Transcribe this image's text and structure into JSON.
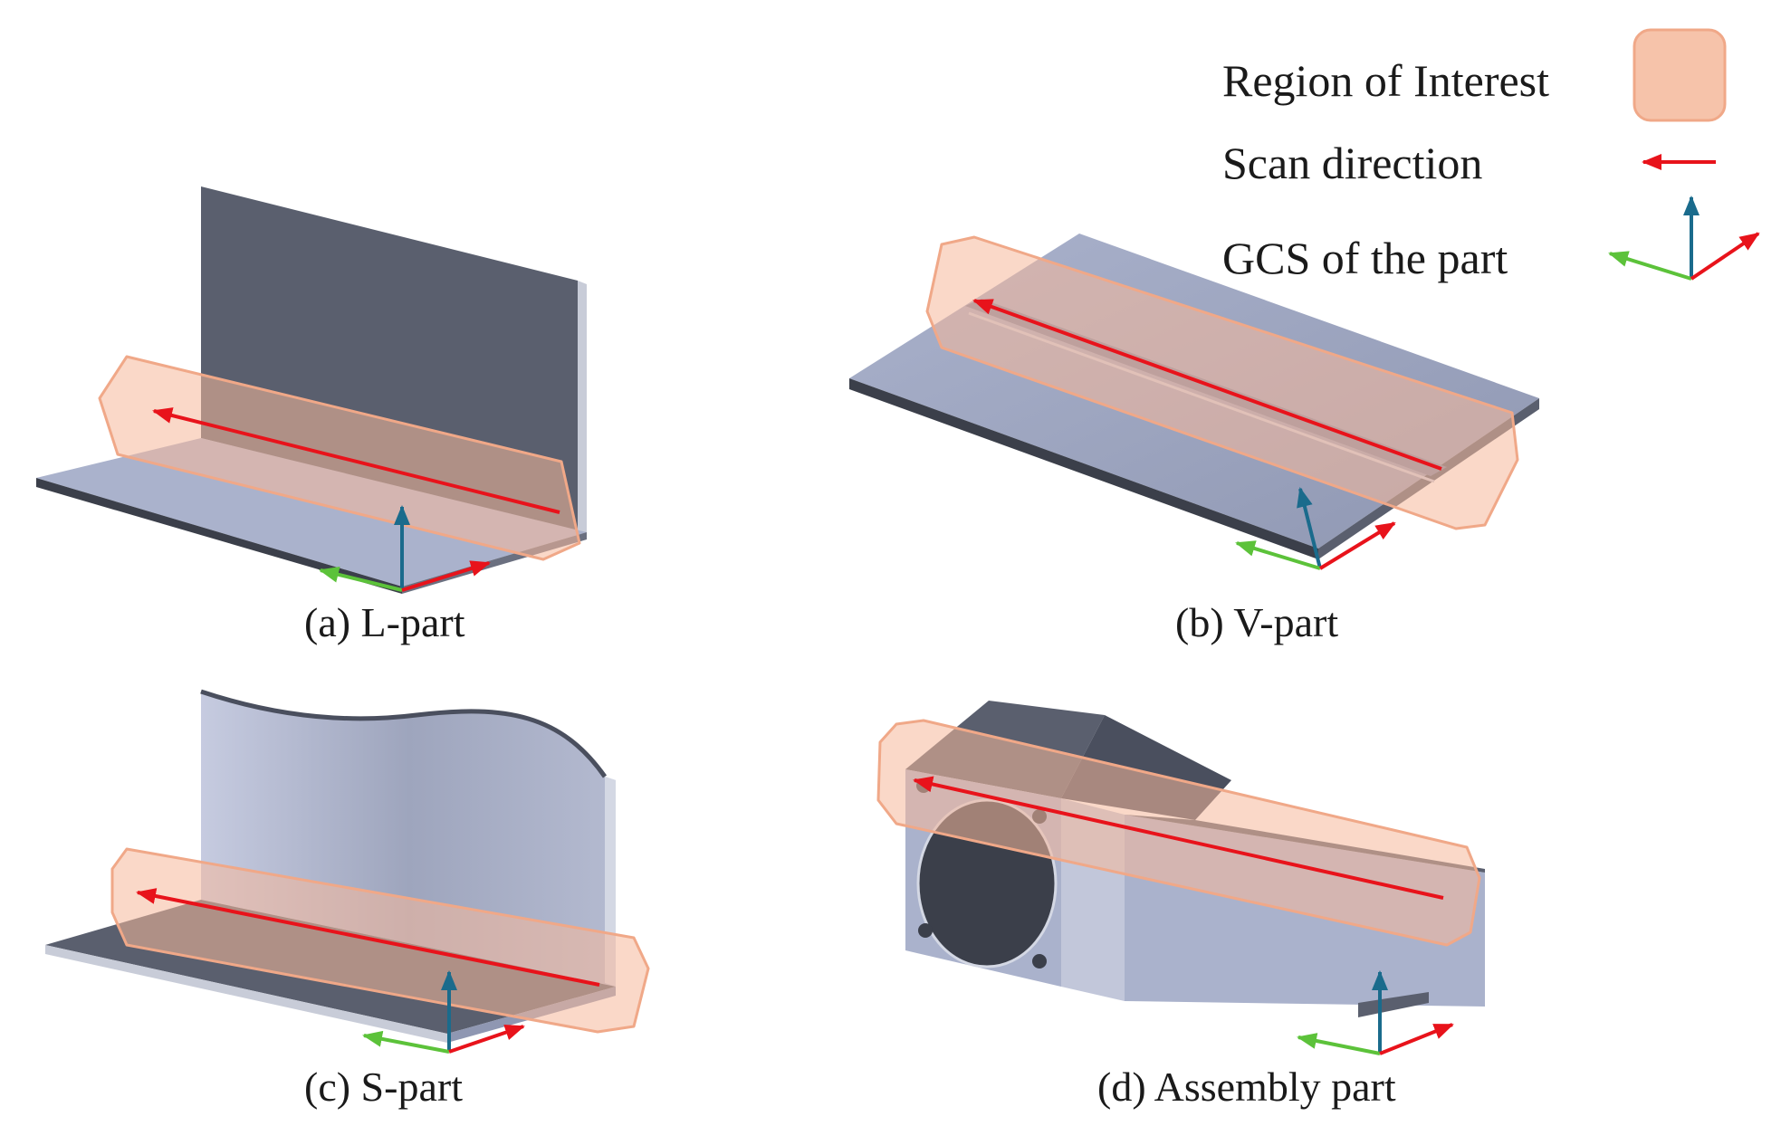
{
  "legend": {
    "region_label": "Region of Interest",
    "scan_label": "Scan direction",
    "gcs_label": "GCS of the part"
  },
  "panels": [
    {
      "id": "a",
      "caption": "(a)  L-part"
    },
    {
      "id": "b",
      "caption": "(b)  V-part"
    },
    {
      "id": "c",
      "caption": "(c)  S-part"
    },
    {
      "id": "d",
      "caption": "(d)  Assembly part"
    }
  ],
  "colors": {
    "roi_fill": "#f6b89a",
    "roi_stroke": "#f0a888",
    "scan_arrow": "#e8131b",
    "axis_x": "#e8131b",
    "axis_y": "#5cc23a",
    "axis_z": "#1a6b8c",
    "plate_dark": "#5a5f6e",
    "plate_light": "#aab2cc",
    "plate_edge": "#3b3f4a"
  }
}
